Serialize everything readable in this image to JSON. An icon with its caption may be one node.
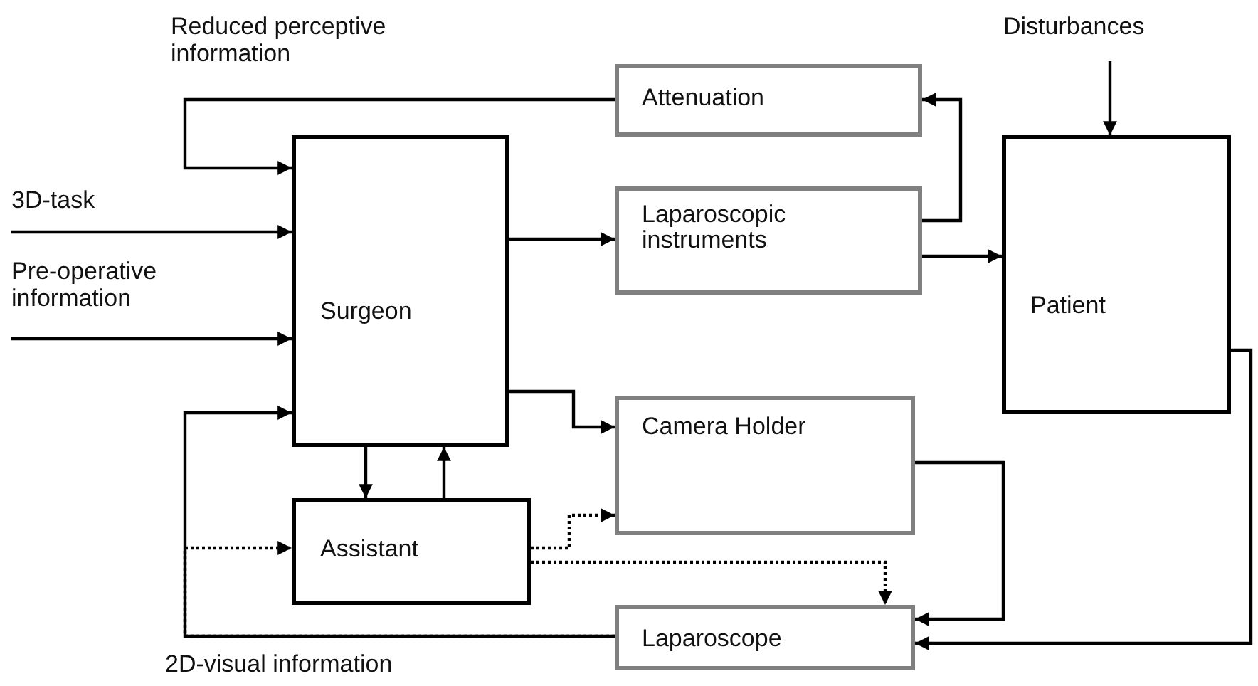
{
  "diagram": {
    "nodes": [
      {
        "text": [
          "Surgeon"
        ]
      },
      {
        "text": [
          "Attenuation"
        ]
      },
      {
        "text": [
          "Laparoscopic instruments"
        ]
      },
      {
        "text": [
          "Patient"
        ]
      },
      {
        "text": [
          "Camera Holder"
        ]
      },
      {
        "text": [
          "Assistant"
        ]
      },
      {
        "text": [
          "Laparoscope"
        ]
      }
    ],
    "edges": [
      {
        "from": 1,
        "to": 0,
        "arrow": "to",
        "label": "Reduced perceptive information"
      },
      {
        "from": null,
        "to": 0,
        "arrow": "to",
        "label": "3D-task"
      },
      {
        "from": null,
        "to": 0,
        "arrow": "to",
        "label": "Pre-operative information"
      },
      {
        "from": 6,
        "to": 0,
        "arrow": "to",
        "label": "2D-visual information"
      },
      {
        "from": 6,
        "to": 5,
        "arrow": "to",
        "style": "dashed"
      },
      {
        "from": 0,
        "to": 2,
        "arrow": "to"
      },
      {
        "from": 2,
        "to": 1,
        "arrow": "to"
      },
      {
        "from": 2,
        "to": 3,
        "arrow": "to"
      },
      {
        "from": null,
        "to": 3,
        "arrow": "to",
        "label": "Disturbances"
      },
      {
        "from": 0,
        "to": 4,
        "arrow": "to"
      },
      {
        "from": 0,
        "to": 5,
        "arrow": "to"
      },
      {
        "from": 5,
        "to": 0,
        "arrow": "to"
      },
      {
        "from": 5,
        "to": 4,
        "arrow": "to",
        "style": "dashed"
      },
      {
        "from": 5,
        "to": 6,
        "arrow": "to",
        "style": "dashed"
      },
      {
        "from": 4,
        "to": 6,
        "arrow": "to"
      },
      {
        "from": 3,
        "to": 6,
        "arrow": "to"
      }
    ]
  }
}
